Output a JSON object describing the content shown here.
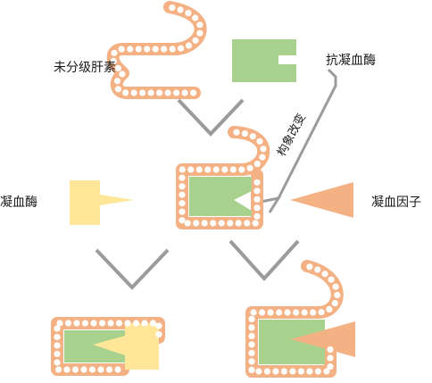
{
  "labels": {
    "unfractionated_heparin": "未分级肝素",
    "antithrombin": "抗凝血酶",
    "conformational_change": "构象改变",
    "thrombin": "凝血酶",
    "clotting_factor": "凝血因子"
  },
  "colors": {
    "heparin_fill": "#f4b183",
    "heparin_bead": "#ffffff",
    "antithrombin_fill": "#a9d18e",
    "thrombin_fill": "#ffe699",
    "clotting_factor_fill": "#f4b183",
    "arrow": "#9b9b9b",
    "text": "#1a1a1a"
  }
}
